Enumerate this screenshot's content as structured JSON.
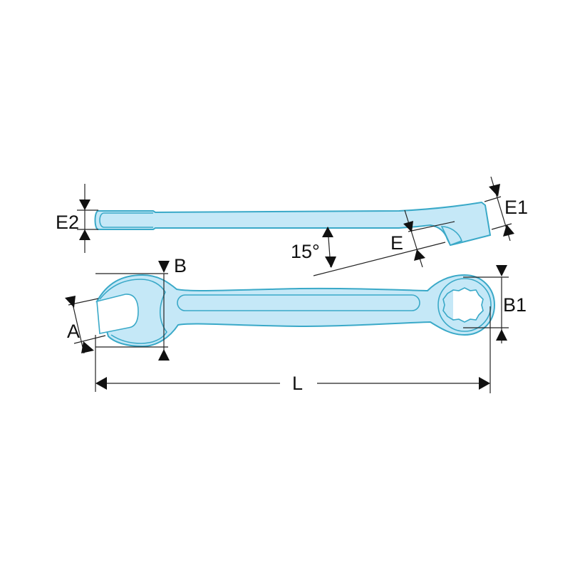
{
  "diagram": {
    "subject": "Combination wrench dimension drawing",
    "colors": {
      "tool_fill": "#c5e8f7",
      "tool_outline": "#3aa9c8",
      "dimension_lines": "#222222",
      "background": "#ffffff"
    },
    "side_view": {
      "labels": {
        "e2": "E2",
        "e1": "E1",
        "e": "E",
        "angle": "15°"
      }
    },
    "top_view": {
      "labels": {
        "a": "A",
        "b": "B",
        "b1": "B1",
        "l": "L"
      },
      "ring_end": "12-point box end",
      "open_end": "open jaw end"
    }
  }
}
